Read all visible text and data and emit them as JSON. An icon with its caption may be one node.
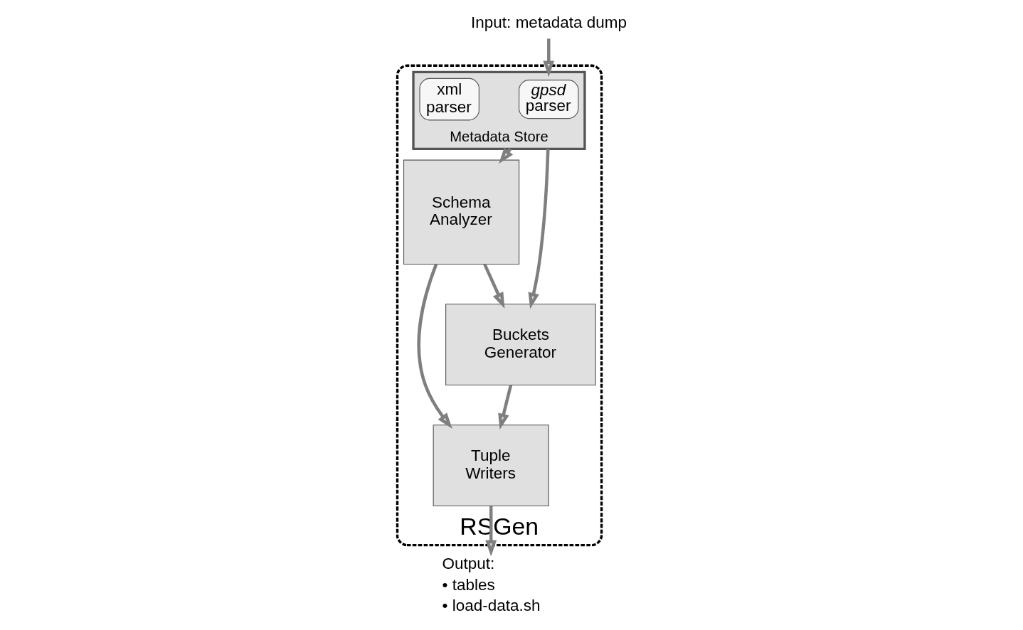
{
  "diagram": {
    "nodes": [
      {
        "text": [
          "RSGen"
        ]
      },
      {
        "text": [
          "Metadata Store"
        ],
        "in": 0
      },
      {
        "text": [
          "*gpsd* parser"
        ],
        "in": 1
      },
      {
        "text": [
          "xml parser"
        ],
        "in": 1
      },
      {
        "text": [
          "Schema Analyzer"
        ],
        "in": 0
      },
      {
        "text": [
          "Buckets Generator"
        ],
        "in": 0
      },
      {
        "text": [
          "Tuple Writers"
        ],
        "in": 0
      },
      {
        "text": [
          "Input: metadata dump"
        ]
      },
      {
        "text": [
          "Output:",
          "• tables",
          "• load-data.sh"
        ]
      }
    ],
    "edges": [
      {
        "from": 7,
        "to": 1,
        "arrow": "to"
      },
      {
        "from": 1,
        "to": 4,
        "arrow": "to"
      },
      {
        "from": 1,
        "to": 5,
        "arrow": "to"
      },
      {
        "from": 4,
        "to": 5,
        "arrow": "to"
      },
      {
        "from": 4,
        "to": 6,
        "arrow": "to"
      },
      {
        "from": 5,
        "to": 6,
        "arrow": "to"
      },
      {
        "from": 6,
        "to": 8,
        "arrow": "to"
      }
    ]
  }
}
